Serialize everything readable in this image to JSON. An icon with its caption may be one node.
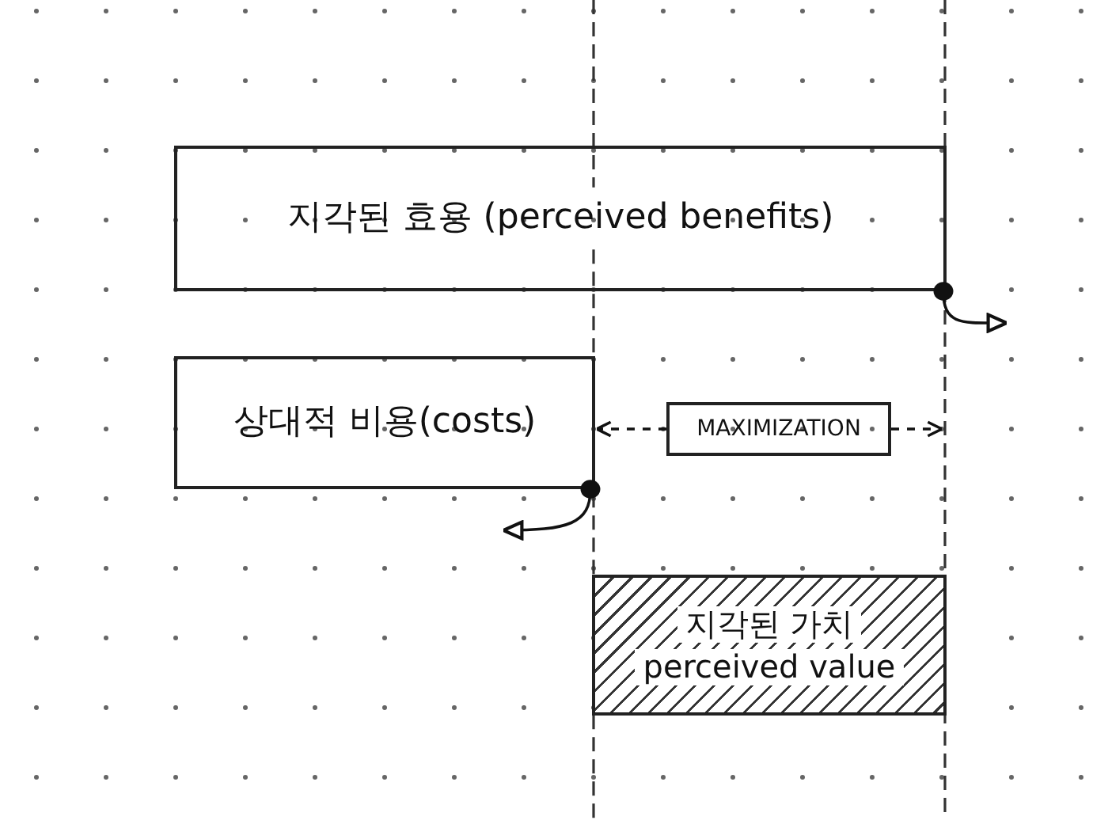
{
  "diagram": {
    "nodes": [
      {
        "text": [
          "지각된 효용 (perceived benefits)"
        ]
      },
      {
        "text": [
          "상대적 비용(costs)"
        ]
      },
      {
        "text": [
          "MAXIMIZATION"
        ]
      },
      {
        "text": [
          "지각된 가치",
          "perceived value"
        ]
      }
    ],
    "edges": [
      {
        "from": 0,
        "to": null,
        "arrow": "to"
      },
      {
        "from": 1,
        "to": null,
        "arrow": "to"
      },
      {
        "from": 2,
        "to": 1,
        "arrow": "to",
        "style": "dashed"
      },
      {
        "from": 2,
        "to": null,
        "arrow": "to",
        "style": "dashed"
      }
    ]
  }
}
